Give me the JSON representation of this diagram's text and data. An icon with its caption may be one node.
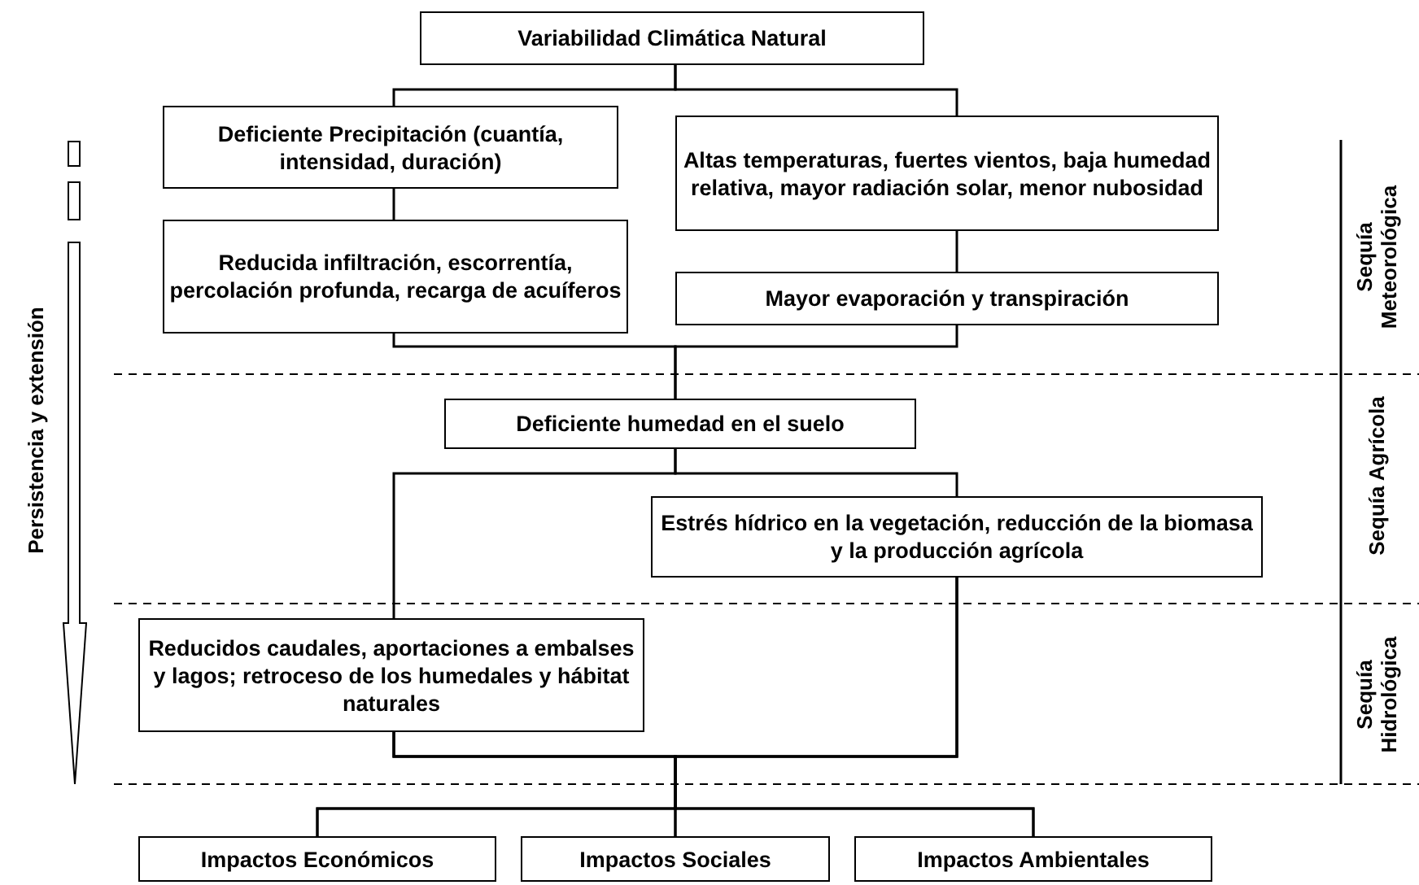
{
  "diagram": {
    "nodes": [
      {
        "text": [
          "Variabilidad Climática Natural"
        ]
      },
      {
        "text": [
          "Deficiente Precipitación (cuantía, intensidad, duración)"
        ]
      },
      {
        "text": [
          "Reducida infiltración, escorrentía, percolación profunda, recarga de acuíferos"
        ]
      },
      {
        "text": [
          "Altas temperaturas, fuertes vientos, baja humedad relativa, mayor radiación solar, menor nubosidad"
        ]
      },
      {
        "text": [
          "Mayor evaporación y transpiración"
        ]
      },
      {
        "text": [
          "Deficiente humedad en el suelo"
        ]
      },
      {
        "text": [
          "Estrés hídrico en la vegetación, reducción de la biomasa y la producción agrícola"
        ]
      },
      {
        "text": [
          "Reducidos caudales, aportaciones a embalses y lagos; retroceso de los humedales y hábitat naturales"
        ]
      },
      {
        "text": [
          "Impactos Económicos"
        ]
      },
      {
        "text": [
          "Impactos Sociales"
        ]
      },
      {
        "text": [
          "Impactos Ambientales"
        ]
      }
    ],
    "edges": [
      {
        "from": 0,
        "to": 1,
        "arrow": "none"
      },
      {
        "from": 0,
        "to": 3,
        "arrow": "none"
      },
      {
        "from": 1,
        "to": 2,
        "arrow": "none"
      },
      {
        "from": 3,
        "to": 4,
        "arrow": "none"
      },
      {
        "from": 2,
        "to": 5,
        "arrow": "none"
      },
      {
        "from": 4,
        "to": 5,
        "arrow": "none"
      },
      {
        "from": 5,
        "to": 7,
        "arrow": "none"
      },
      {
        "from": 5,
        "to": 6,
        "arrow": "none"
      },
      {
        "from": 7,
        "to": 8,
        "arrow": "none"
      },
      {
        "from": 7,
        "to": 9,
        "arrow": "none"
      },
      {
        "from": 7,
        "to": 10,
        "arrow": "none"
      },
      {
        "from": 6,
        "to": 8,
        "arrow": "none"
      },
      {
        "from": 6,
        "to": 9,
        "arrow": "none"
      },
      {
        "from": 6,
        "to": 10,
        "arrow": "none"
      }
    ],
    "labels": [
      "Persistencia y extensión",
      "Sequía Meteorológica",
      "Sequía Agrícola",
      "Sequía Hidrológica"
    ]
  }
}
